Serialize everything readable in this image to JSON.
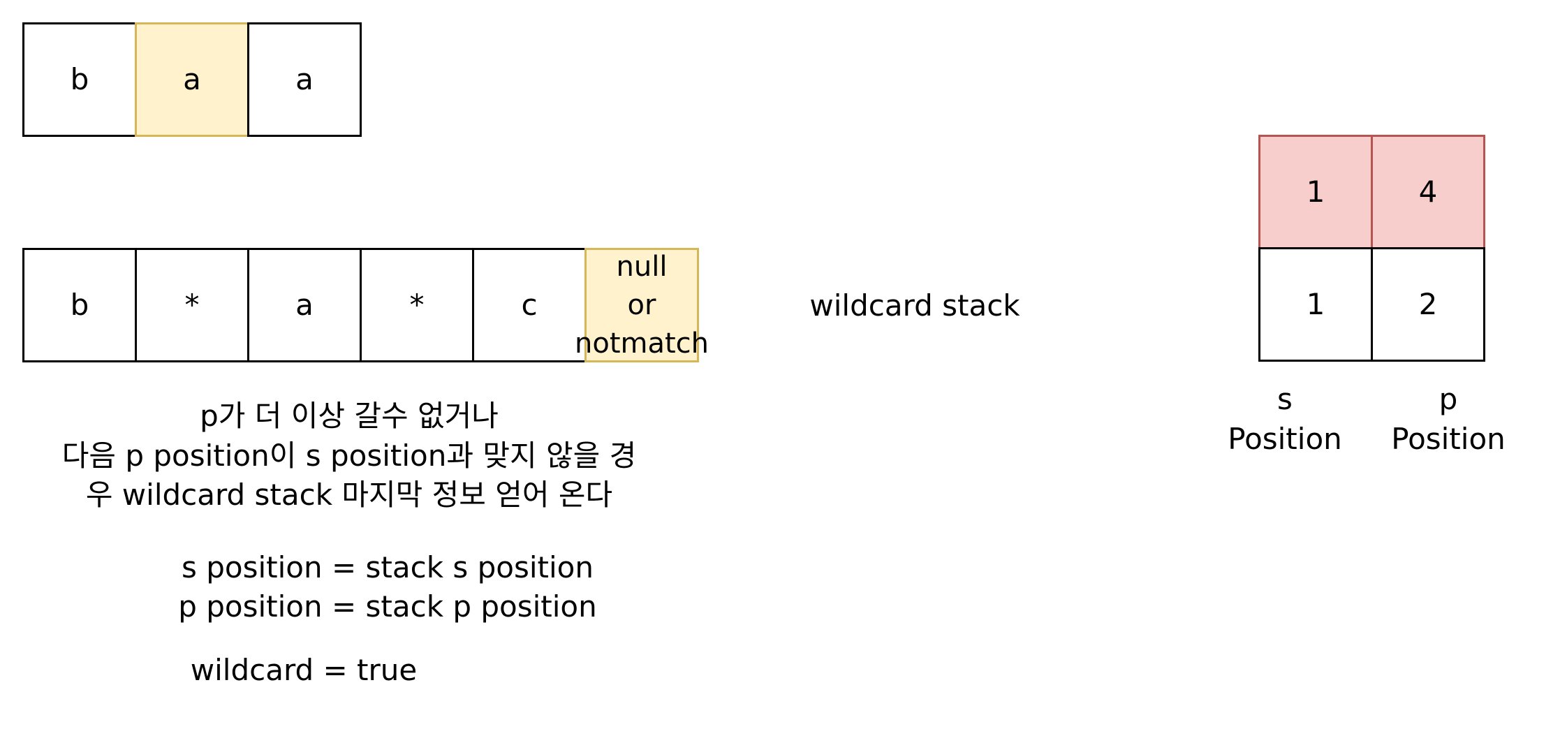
{
  "s_string": {
    "cells": [
      "b",
      "a",
      "a"
    ],
    "highlight_index": 1
  },
  "p_string": {
    "cells": [
      "b",
      "*",
      "a",
      "*",
      "c",
      "null\nor\nnotmatch"
    ],
    "highlight_index": 5
  },
  "stack": {
    "label": "wildcard stack",
    "top_row": [
      "1",
      "4"
    ],
    "bottom_row": [
      "1",
      "2"
    ],
    "col_labels": [
      "s\nPosition",
      "p\nPosition"
    ]
  },
  "notes": {
    "condition": "p가 더 이상 갈수 없거나\n다음 p position이 s position과 맞지 않을 경\n우 wildcard stack 마지막 정보 얻어 온다",
    "assign_s": "s position = stack s position",
    "assign_p": "p position = stack p position",
    "wildcard": "wildcard = true"
  },
  "colors": {
    "highlight_fill": "#fff2cc",
    "highlight_stroke": "#d6b656",
    "stack_top_fill": "#f8cecc",
    "stack_top_stroke": "#b85450"
  }
}
